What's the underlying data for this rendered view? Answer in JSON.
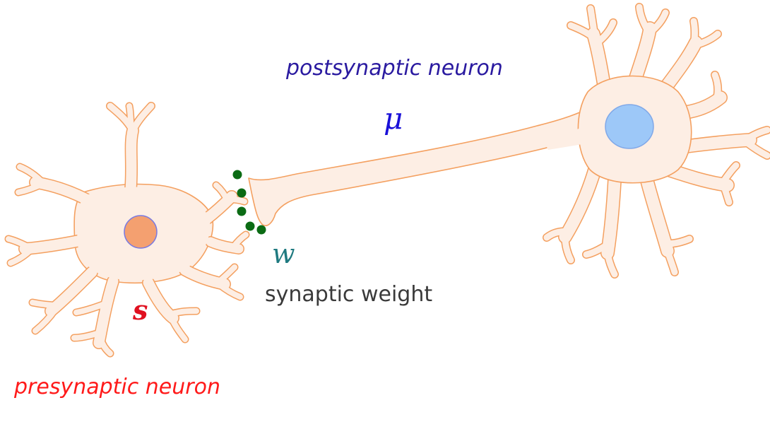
{
  "labels": {
    "postsynaptic": "postsynaptic neuron",
    "presynaptic": "presynaptic neuron",
    "synaptic_weight": "synaptic weight"
  },
  "symbols": {
    "mu": "μ",
    "w": "w",
    "s": "s"
  },
  "colors": {
    "postsynaptic_text": "#2a1aa0",
    "mu": "#1a10d8",
    "presynaptic_text": "#ff1a1a",
    "s": "#e01020",
    "w": "#1f7a80",
    "weight_text": "#3a3a3a",
    "neuron_fill": "#fdeee4",
    "neuron_stroke": "#f4a060",
    "presyn_nucleus_fill": "#f4a070",
    "presyn_nucleus_stroke": "#7a7ae0",
    "postsyn_nucleus_fill": "#9dc8f8",
    "postsyn_nucleus_stroke": "#80a8e8",
    "vesicle": "#0b6b14"
  }
}
